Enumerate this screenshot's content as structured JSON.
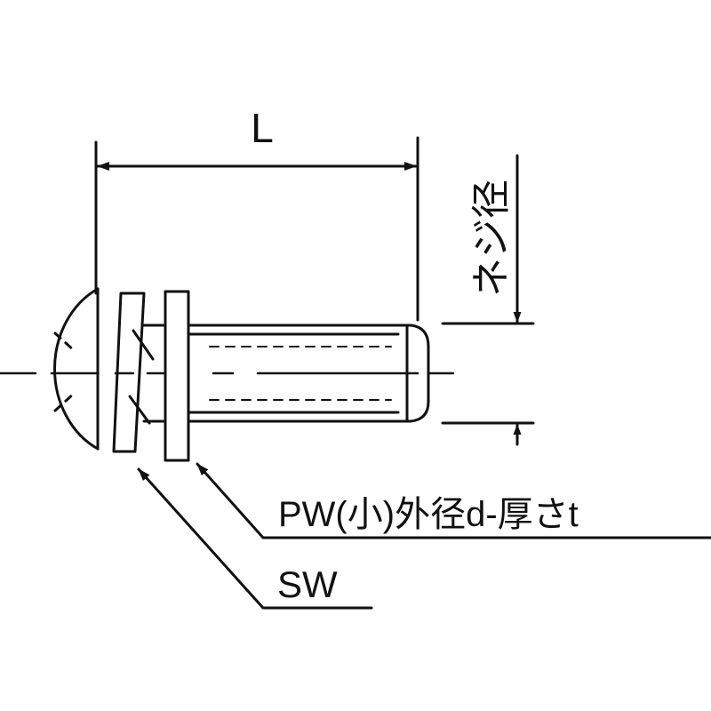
{
  "labels": {
    "length": "L",
    "thread_diameter": "ネジ径",
    "plain_washer": "PW(小)外径d-厚さt",
    "spring_washer": "SW"
  },
  "colors": {
    "stroke": "#111111",
    "background": "#ffffff"
  }
}
